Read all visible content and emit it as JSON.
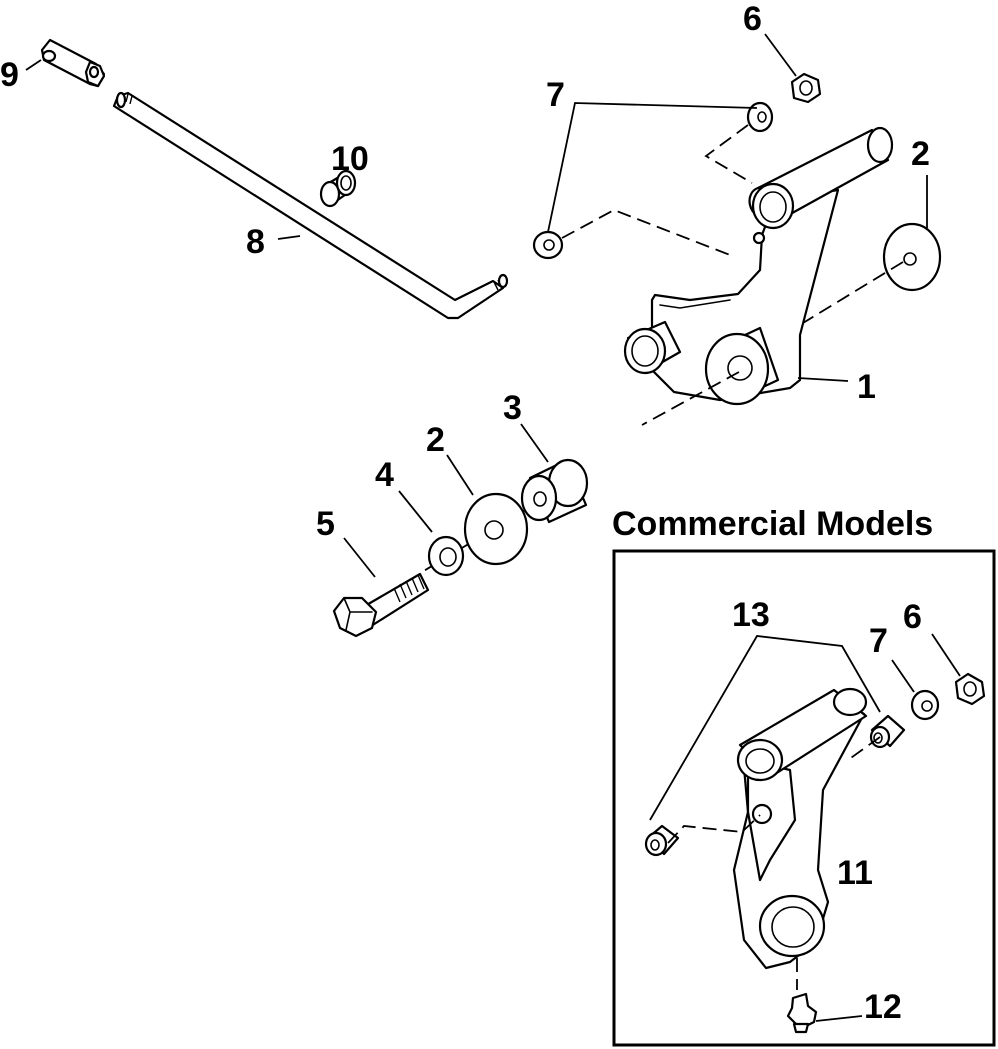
{
  "diagram": {
    "inset_title": "Commercial Models",
    "callouts": {
      "c9": "9",
      "c8": "8",
      "c10": "10",
      "c7_top": "7",
      "c6_top": "6",
      "c2_right": "2",
      "c1": "1",
      "c3": "3",
      "c2_left": "2",
      "c4": "4",
      "c5": "5",
      "c13": "13",
      "c7_inset": "7",
      "c6_inset": "6",
      "c11": "11",
      "c12": "12"
    }
  }
}
